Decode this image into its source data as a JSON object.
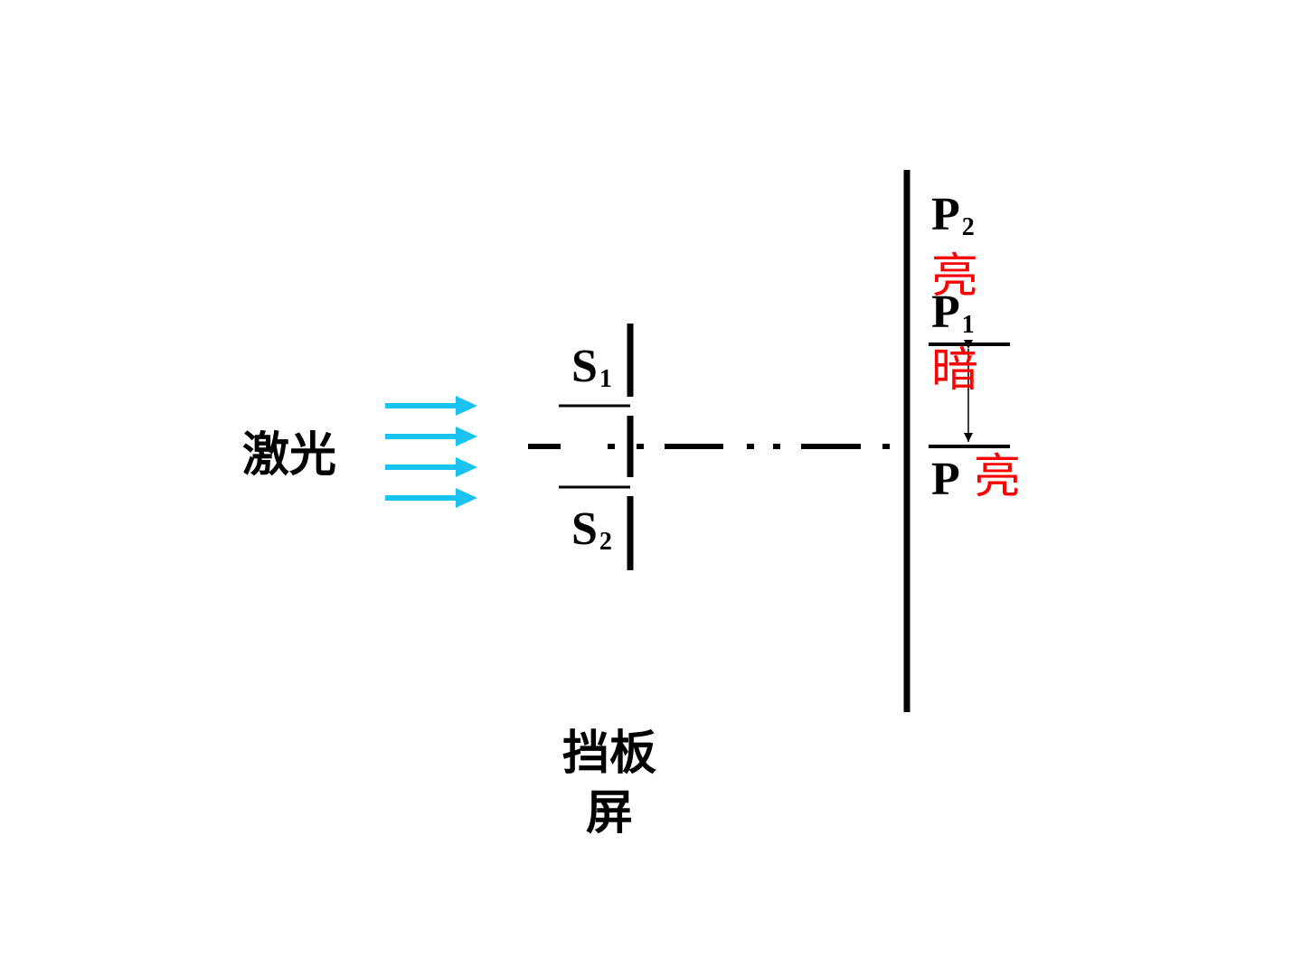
{
  "labels": {
    "laser": "激光",
    "barrier": "挡板",
    "screen": "屏",
    "s1_main": "S",
    "s1_sub": "1",
    "s2_main": "S",
    "s2_sub": "2",
    "p_main": "P",
    "p1_main": "P",
    "p1_sub": "1",
    "p2_main": "P",
    "p2_sub": "2"
  },
  "fringes": {
    "p_state": "亮",
    "p1_state": "暗",
    "p2_state": "亮"
  },
  "colors": {
    "arrow": "#19c3f0",
    "line": "#000000",
    "fringe_text": "#ff0000"
  }
}
